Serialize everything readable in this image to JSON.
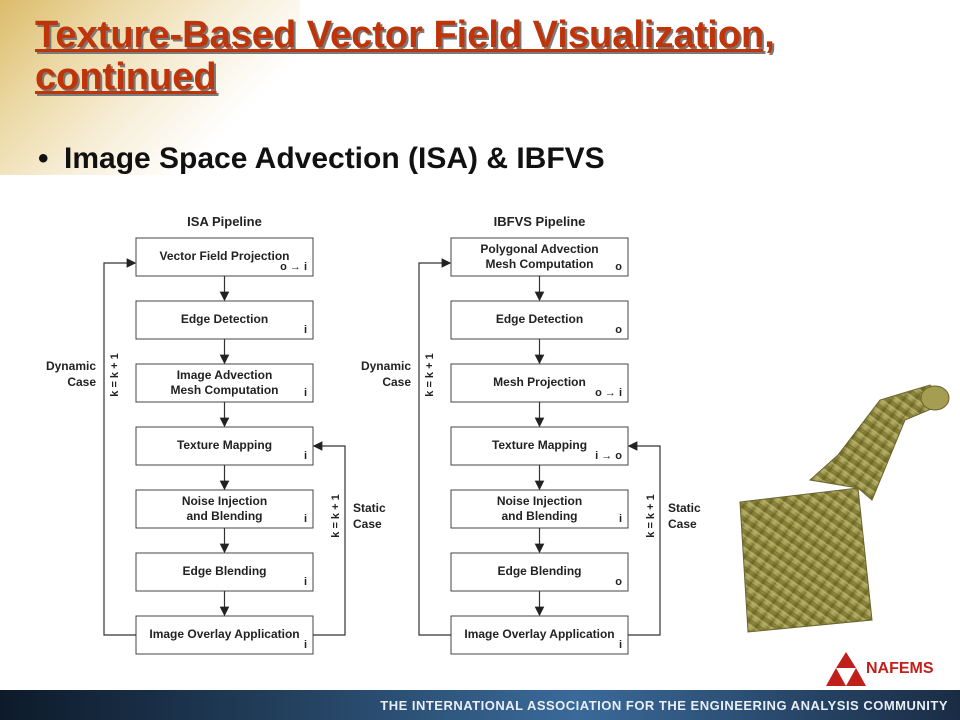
{
  "slide": {
    "title": "Texture-Based Vector Field Visualization, continued",
    "bullet": "Image Space Advection (ISA) & IBFVS"
  },
  "isa": {
    "title": "ISA Pipeline",
    "steps": [
      {
        "lines": [
          "Vector Field Projection"
        ],
        "io": "o → i"
      },
      {
        "lines": [
          "Edge Detection"
        ],
        "io": "i"
      },
      {
        "lines": [
          "Image Advection",
          "Mesh Computation"
        ],
        "io": "i"
      },
      {
        "lines": [
          "Texture Mapping"
        ],
        "io": "i"
      },
      {
        "lines": [
          "Noise Injection",
          "and Blending"
        ],
        "io": "i"
      },
      {
        "lines": [
          "Edge Blending"
        ],
        "io": "i"
      },
      {
        "lines": [
          "Image Overlay Application"
        ],
        "io": "i"
      }
    ],
    "dynamic_case": [
      "Dynamic",
      "Case"
    ],
    "dynamic_loop": "k = k + 1",
    "static_case": [
      "Static",
      "Case"
    ],
    "static_loop": "k = k + 1"
  },
  "ibfvs": {
    "title": "IBFVS Pipeline",
    "steps": [
      {
        "lines": [
          "Polygonal Advection",
          "Mesh Computation"
        ],
        "io": "o"
      },
      {
        "lines": [
          "Edge Detection"
        ],
        "io": "o"
      },
      {
        "lines": [
          "Mesh Projection"
        ],
        "io": "o → i"
      },
      {
        "lines": [
          "Texture Mapping"
        ],
        "io": "i → o"
      },
      {
        "lines": [
          "Noise Injection",
          "and Blending"
        ],
        "io": "i"
      },
      {
        "lines": [
          "Edge Blending"
        ],
        "io": "o"
      },
      {
        "lines": [
          "Image Overlay Application"
        ],
        "io": "i"
      }
    ],
    "dynamic_case": [
      "Dynamic",
      "Case"
    ],
    "dynamic_loop": "k = k + 1",
    "static_case": [
      "Static",
      "Case"
    ],
    "static_loop": "k = k + 1"
  },
  "footer": {
    "banner": "THE INTERNATIONAL ASSOCIATION FOR THE ENGINEERING ANALYSIS COMMUNITY",
    "logo": "NAFEMS"
  }
}
